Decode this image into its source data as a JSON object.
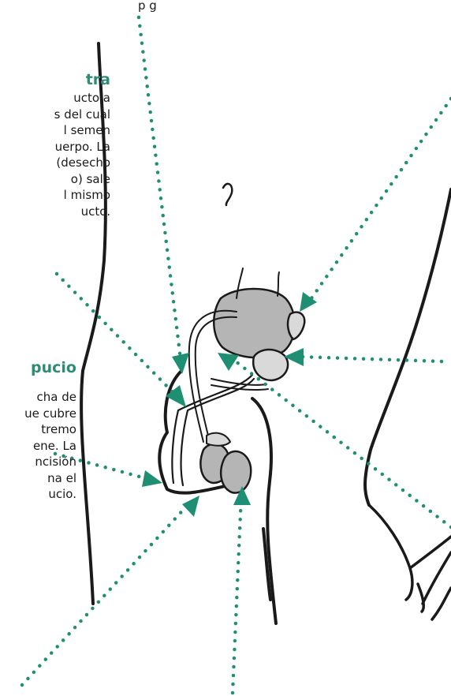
{
  "top_fragment": "p                    g",
  "uretra": {
    "title": "tra",
    "lines": [
      "ucto a",
      "s del cual",
      "l semen",
      "uerpo. La",
      "(desecho",
      "o) sale",
      "l mismo",
      "ucto."
    ]
  },
  "prepucio": {
    "title": "pucio",
    "lines": [
      "cha de",
      "ue cubre",
      "tremo",
      "ene. La",
      "ncisión",
      "na el",
      "ucio."
    ]
  },
  "colors": {
    "accent": "#1f8f74",
    "outline": "#1a1a1a",
    "organ_fill": "#b5b5b5",
    "organ_light": "#d9d9d9"
  }
}
